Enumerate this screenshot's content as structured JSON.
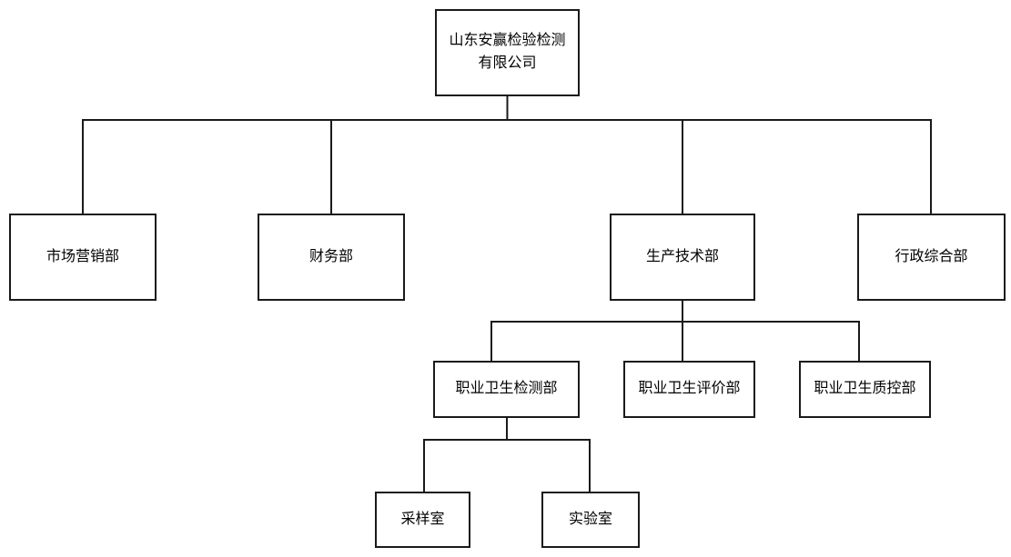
{
  "org_chart": {
    "root": {
      "label": "山东安赢检验检测有限公司"
    },
    "departments": [
      {
        "label": "市场营销部"
      },
      {
        "label": "财务部"
      },
      {
        "label": "生产技术部"
      },
      {
        "label": "行政综合部"
      }
    ],
    "production_sub_departments": [
      {
        "label": "职业卫生检测部"
      },
      {
        "label": "职业卫生评价部"
      },
      {
        "label": "职业卫生质控部"
      }
    ],
    "testing_sub_rooms": [
      {
        "label": "采样室"
      },
      {
        "label": "实验室"
      }
    ],
    "colors": {
      "line": "#1a1a1a",
      "box_border": "#1a1a1a",
      "background": "#ffffff"
    }
  }
}
